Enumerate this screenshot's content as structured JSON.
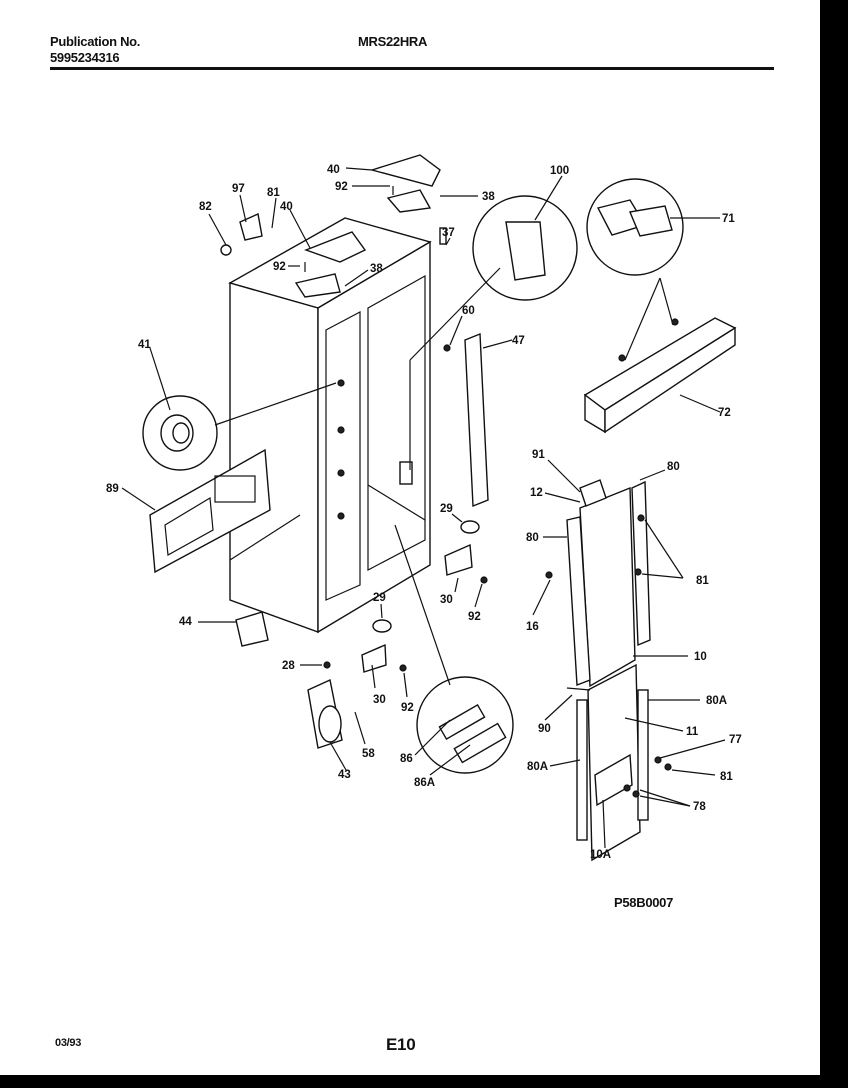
{
  "header": {
    "pub_label": "Publication No.",
    "pub_number": "5995234316",
    "model": "MRS22HRA"
  },
  "footer": {
    "date": "03/93",
    "page_code": "E10",
    "diagram_code": "P58B0007"
  },
  "callouts": [
    "40",
    "92",
    "38",
    "100",
    "71",
    "97",
    "81",
    "82",
    "40",
    "92",
    "38",
    "37",
    "60",
    "47",
    "41",
    "72",
    "91",
    "80",
    "89",
    "12",
    "29",
    "80",
    "81",
    "16",
    "30",
    "92",
    "44",
    "29",
    "10",
    "28",
    "90",
    "80A",
    "30",
    "92",
    "11",
    "77",
    "58",
    "81",
    "86",
    "86A",
    "80A",
    "43",
    "78",
    "10A"
  ]
}
